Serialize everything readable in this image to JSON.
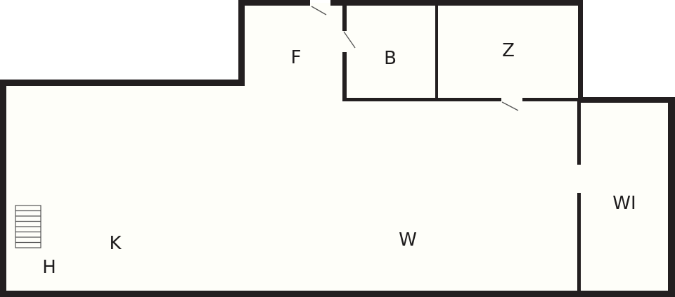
{
  "floorplan": {
    "colors": {
      "wall": "#231f20",
      "floor": "#fefef9",
      "background": "#ffffff",
      "door": "#555555"
    },
    "rooms": [
      {
        "id": "F",
        "label": "F"
      },
      {
        "id": "B",
        "label": "B"
      },
      {
        "id": "Z",
        "label": "Z"
      },
      {
        "id": "K",
        "label": "K"
      },
      {
        "id": "H",
        "label": "H"
      },
      {
        "id": "W",
        "label": "W"
      },
      {
        "id": "WI",
        "label": "WI"
      }
    ],
    "stairs": {
      "steps": 8
    }
  }
}
